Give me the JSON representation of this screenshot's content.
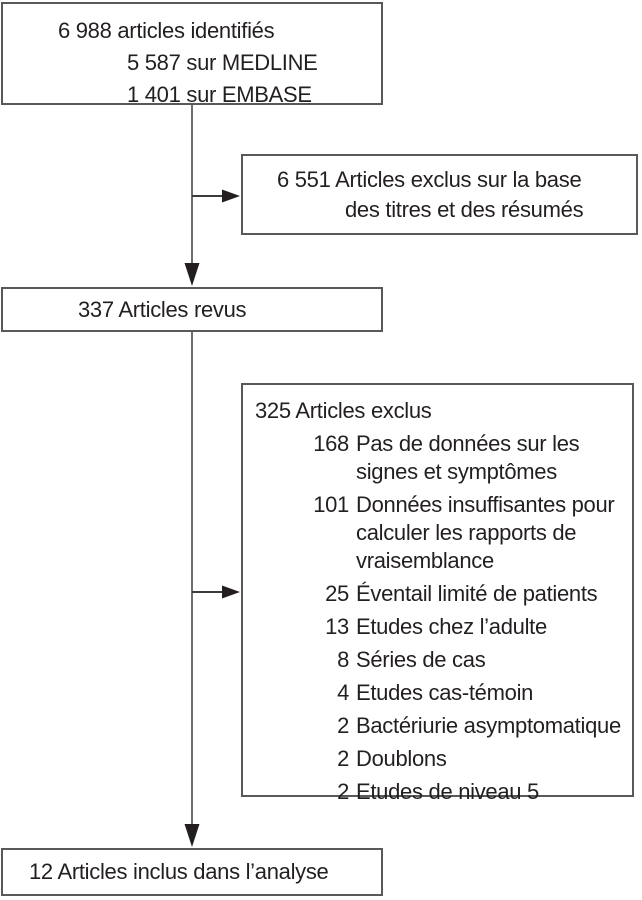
{
  "title": "Flow diagram - selection des articles",
  "colors": {
    "background": "#ffffff",
    "box_border": "#58595b",
    "line": "#6d6e71",
    "arrowhead": "#231f20",
    "text": "#231f20"
  },
  "box1": {
    "line1": "6 988 articles identifiés",
    "sub": [
      "5 587 sur MEDLINE",
      "1 401 sur EMBASE"
    ]
  },
  "box2": {
    "lines": [
      "6 551 Articles exclus sur la base",
      "des titres et des résumés"
    ]
  },
  "box3": {
    "text": "337 Articles revus"
  },
  "box4": {
    "heading": "325 Articles exclus",
    "items": [
      {
        "num": "168",
        "lines": [
          "Pas de données sur les",
          "signes et symptômes"
        ]
      },
      {
        "num": "101",
        "lines": [
          "Données insuffisantes pour",
          "calculer les rapports de",
          "vraisemblance"
        ]
      },
      {
        "num": "25",
        "lines": [
          "Éventail limité de patients"
        ]
      },
      {
        "num": "13",
        "lines": [
          "Etudes chez l’adulte"
        ]
      },
      {
        "num": "8",
        "lines": [
          "Séries de cas"
        ]
      },
      {
        "num": "4",
        "lines": [
          "Etudes cas-témoin"
        ]
      },
      {
        "num": "2",
        "lines": [
          "Bactériurie asymptomatique"
        ]
      },
      {
        "num": "2",
        "lines": [
          "Doublons"
        ]
      },
      {
        "num": "2",
        "lines": [
          "Etudes de niveau 5"
        ]
      }
    ]
  },
  "box5": {
    "text": "12 Articles inclus dans l’analyse"
  }
}
